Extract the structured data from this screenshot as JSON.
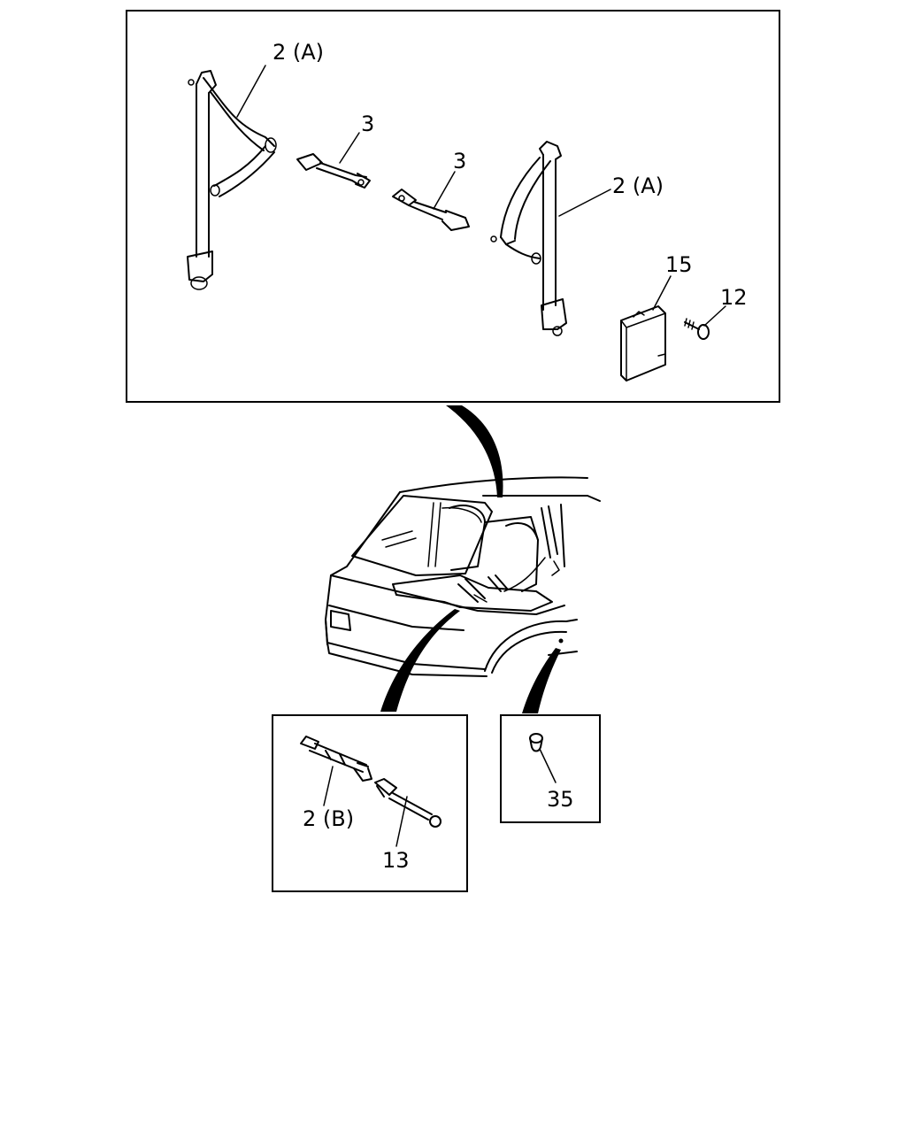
{
  "callouts": {
    "seatbelt_left": "2 (A)",
    "buckle_left": "3",
    "buckle_right": "3",
    "seatbelt_right": "2 (A)",
    "cover": "15",
    "screw": "12",
    "center_belt": "2 (B)",
    "center_buckle": "13",
    "clip": "35"
  }
}
